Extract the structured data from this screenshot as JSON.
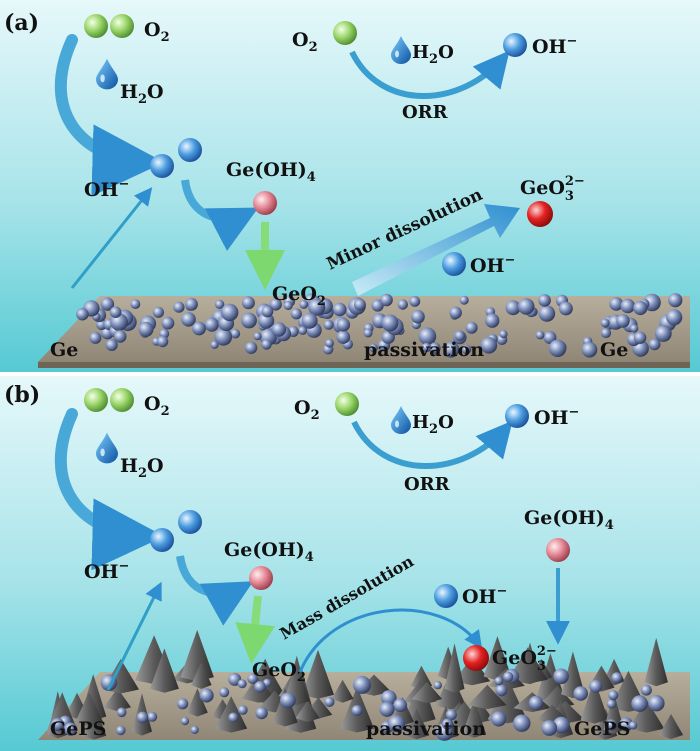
{
  "panels": [
    {
      "tag": "(a)",
      "labels": {
        "o2_left": "O",
        "h2o_left": "H",
        "oh_left": "OH",
        "o2_right": "O",
        "h2o_right": "H",
        "oh_right": "OH",
        "orr": "ORR",
        "geoh4": "Ge(OH)",
        "geo2": "GeO",
        "geo3": "GeO",
        "dissolution": "Minor dissolution",
        "oh_mid": "OH",
        "substrate_left": "Ge",
        "passivation": "passivation",
        "substrate_right": "Ge"
      }
    },
    {
      "tag": "(b)",
      "labels": {
        "o2_left": "O",
        "h2o_left": "H",
        "oh_left": "OH",
        "o2_right": "O",
        "h2o_right": "H",
        "oh_right": "OH",
        "orr": "ORR",
        "geoh4": "Ge(OH)",
        "geoh4_right": "Ge(OH)",
        "geo2": "GeO",
        "geo3": "GeO",
        "dissolution": "Mass dissolution",
        "oh_mid": "OH",
        "substrate_left": "GePS",
        "passivation": "passivation",
        "substrate_right": "GePS"
      }
    }
  ],
  "notation": {
    "sub2": "2",
    "sub4": "4",
    "sub3": "3",
    "sup_minus": "−",
    "sup_2minus": "2−"
  },
  "colors": {
    "water_top": "#dff5f7",
    "water_bottom": "#5fcfd8",
    "o2_sphere": "#8ccf5a",
    "oh_sphere": "#3a8fd8",
    "geoh4_sphere": "#e48c98",
    "geo3_sphere": "#e02020",
    "substrate": "#a99f8e",
    "arrow_blue": "#3a9fd0",
    "arrow_green": "#7ed870"
  }
}
